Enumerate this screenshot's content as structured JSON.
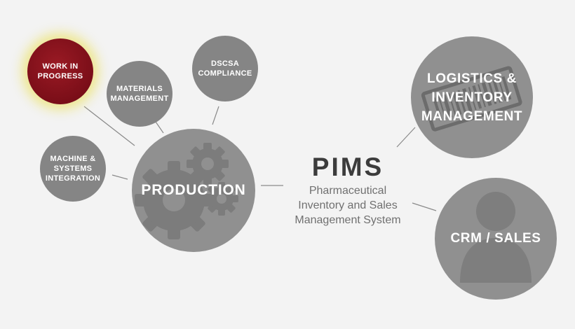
{
  "brand": {
    "logo_text": "PIMS",
    "subtitle_lines": [
      "Pharmaceutical",
      "Inventory and Sales",
      "Management System"
    ]
  },
  "nodes": {
    "work_in_progress": {
      "lines": [
        "WORK IN",
        "PROGRESS"
      ]
    },
    "materials_management": {
      "lines": [
        "MATERIALS",
        "MANAGEMENT"
      ]
    },
    "dscsa_compliance": {
      "lines": [
        "DSCSA",
        "COMPLIANCE"
      ]
    },
    "machine_systems_integration": {
      "lines": [
        "MACHINE &",
        "SYSTEMS",
        "INTEGRATION"
      ]
    },
    "production": {
      "label": "PRODUCTION"
    },
    "logistics_inventory": {
      "lines": [
        "LOGISTICS &",
        "INVENTORY",
        "MANAGEMENT"
      ]
    },
    "crm_sales": {
      "label": "CRM / SALES"
    }
  },
  "icons": {
    "production": "gears-icon",
    "logistics": "barcode-icon",
    "crm": "person-icon"
  },
  "colors": {
    "background": "#f3f3f3",
    "small_node": "#858585",
    "big_node": "#909090",
    "highlight_node": "#7a0e18",
    "highlight_glow": "#ebe15a",
    "connector": "#8a8a8a",
    "logo": "#3c3c3c",
    "subtitle_text": "#707070"
  }
}
